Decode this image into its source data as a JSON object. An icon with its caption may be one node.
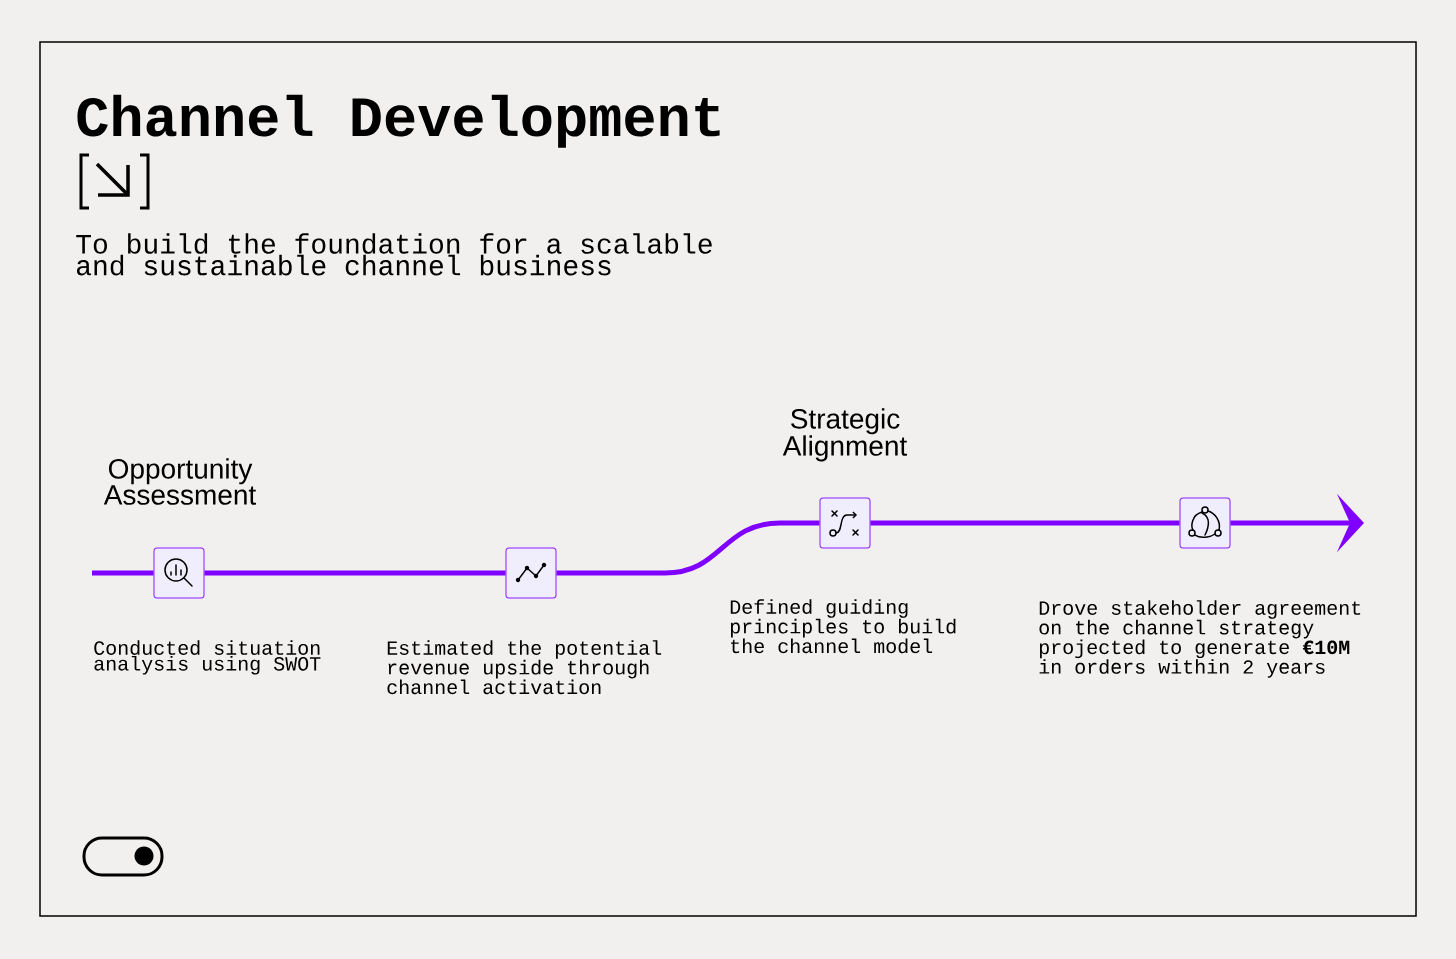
{
  "diagram": {
    "title": "Channel Development",
    "nodes": [
      {
        "text": [],
        "shape": "box",
        "beside": [
          "Opportunity Assessment",
          "Conducted situation analysis using SWOT"
        ]
      },
      {
        "text": [],
        "shape": "box",
        "beside": [
          "Estimated the potential revenue upside through channel activation"
        ]
      },
      {
        "text": [],
        "shape": "box",
        "beside": [
          "Strategic Alignment",
          "Defined guiding principles to build the channel model"
        ]
      },
      {
        "text": [],
        "shape": "box",
        "beside": [
          "Drove stakeholder agreement on the channel strategy projected to generate **€10M** in orders within 2 years"
        ]
      }
    ],
    "edges": [
      {
        "from": null,
        "to": 0,
        "arrow": "none"
      },
      {
        "from": 0,
        "to": 1,
        "arrow": "none"
      },
      {
        "from": 1,
        "to": 2,
        "arrow": "none"
      },
      {
        "from": 2,
        "to": 3,
        "arrow": "none"
      },
      {
        "from": 3,
        "to": null,
        "arrow": "to"
      }
    ],
    "labels": [
      "To build the foundation for a scalable and sustainable channel business"
    ]
  }
}
